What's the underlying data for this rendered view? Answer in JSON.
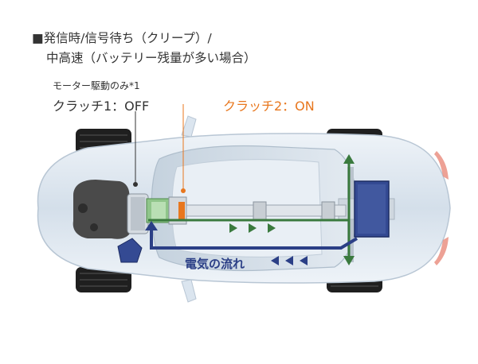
{
  "title": {
    "line1": "■発信時/信号待ち（クリープ）/",
    "line2": "中高速（バッテリー残量が多い場合）"
  },
  "note": "モーター駆動のみ*1",
  "clutch1": "クラッチ1：OFF",
  "clutch2": "クラッチ2：ON",
  "electricity_label": "電気の流れ",
  "colors": {
    "accent_orange": "#e8771e",
    "power_green": "#3a7a3e",
    "electric_blue": "#2b3f86",
    "body_blue": "#dbe5ef"
  }
}
